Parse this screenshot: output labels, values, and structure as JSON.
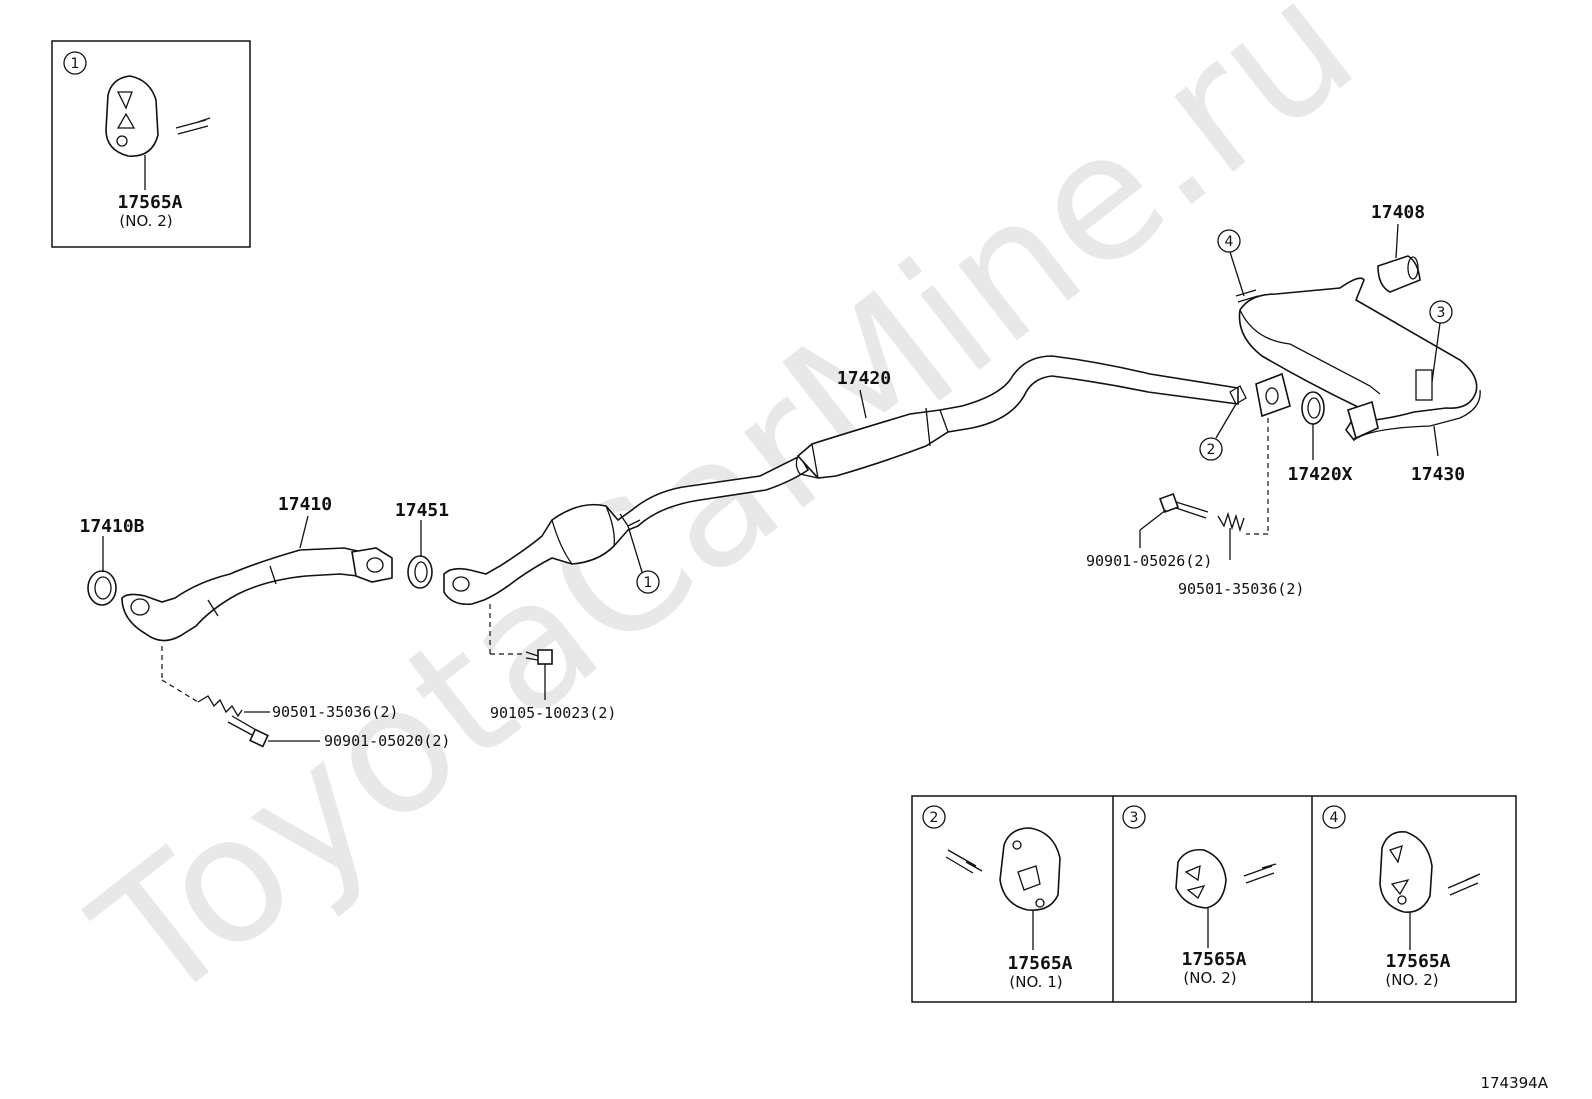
{
  "watermark": "ToyotaCarMine.ru",
  "figure_id": "174394A",
  "parts": {
    "p17410B": "17410B",
    "p17410": "17410",
    "p17451": "17451",
    "p17420": "17420",
    "p17408": "17408",
    "p17420X": "17420X",
    "p17430": "17430",
    "bolt_90501_left": "90501-35036(2)",
    "bolt_90901_05020": "90901-05020(2)",
    "bolt_90105": "90105-10023(2)",
    "bolt_90901_05026": "90901-05026(2)",
    "bolt_90501_right": "90501-35036(2)"
  },
  "callouts": {
    "c1": "1",
    "c2": "2",
    "c3": "3",
    "c4": "4"
  },
  "insets": [
    {
      "num": "1",
      "part": "17565A",
      "sub": "(NO. 2)"
    },
    {
      "num": "2",
      "part": "17565A",
      "sub": "(NO. 1)"
    },
    {
      "num": "3",
      "part": "17565A",
      "sub": "(NO. 2)"
    },
    {
      "num": "4",
      "part": "17565A",
      "sub": "(NO. 2)"
    }
  ]
}
